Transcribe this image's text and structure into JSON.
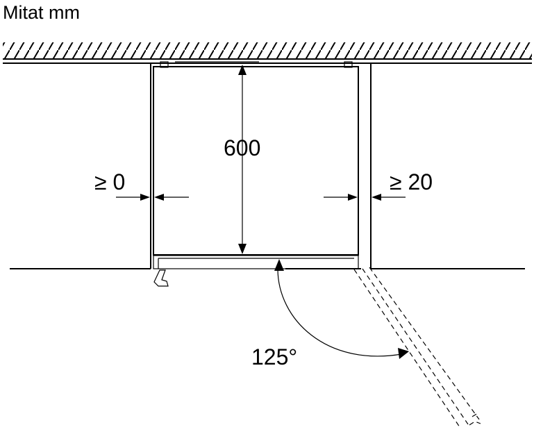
{
  "title": "Mitat mm",
  "dimensions": {
    "depth": "600",
    "left_gap": "≥ 0",
    "right_gap": "≥ 20",
    "door_angle": "125°"
  }
}
